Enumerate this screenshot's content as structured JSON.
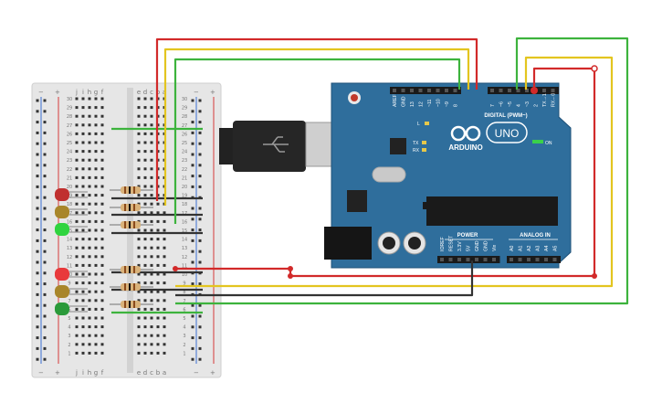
{
  "breadboard": {
    "row_numbers": [
      "30",
      "29",
      "28",
      "27",
      "26",
      "25",
      "24",
      "23",
      "22",
      "21",
      "20",
      "19",
      "18",
      "17",
      "16",
      "15",
      "14",
      "13",
      "12",
      "11",
      "10",
      "9",
      "8",
      "7",
      "6",
      "5",
      "4",
      "3",
      "2",
      "1"
    ],
    "letters_left": [
      "j",
      "i",
      "h",
      "g",
      "f"
    ],
    "letters_right": [
      "e",
      "d",
      "c",
      "b",
      "a"
    ],
    "rail_minus": "−",
    "rail_plus": "+"
  },
  "leds": [
    {
      "color": "red",
      "hex": "#c0302f",
      "lit": false
    },
    {
      "color": "yellow",
      "hex": "#a8862a",
      "lit": false
    },
    {
      "color": "green",
      "hex": "#2fd43f",
      "lit": true
    },
    {
      "color": "red",
      "hex": "#e8393b",
      "lit": true
    },
    {
      "color": "yellow",
      "hex": "#a8862a",
      "lit": false
    },
    {
      "color": "green",
      "hex": "#2a9a3a",
      "lit": false
    }
  ],
  "arduino": {
    "brand": "ARDUINO",
    "model": "UNO",
    "on_label": "ON",
    "l_label": "L",
    "tx_label": "TX",
    "rx_label": "RX",
    "digital_label": "DIGITAL (PWM~)",
    "power_label": "POWER",
    "analog_label": "ANALOG IN",
    "top_header_left": [
      "AREF",
      "GND",
      "13",
      "12",
      "~11",
      "~10",
      "~9",
      "8"
    ],
    "top_header_right": [
      "7",
      "~6",
      "~5",
      "4",
      "~3",
      "2",
      "TX→1",
      "RX←0"
    ],
    "power_pins": [
      "IOREF",
      "RESET",
      "3.3V",
      "5V",
      "GND",
      "GND",
      "Vin"
    ],
    "analog_pins": [
      "A0",
      "A1",
      "A2",
      "A3",
      "A4",
      "A5"
    ],
    "board_color": "#2f6e9c"
  },
  "wires": {
    "red": "#d22a2a",
    "yellow": "#e3c51f",
    "green": "#3db33d",
    "black": "#333333"
  }
}
